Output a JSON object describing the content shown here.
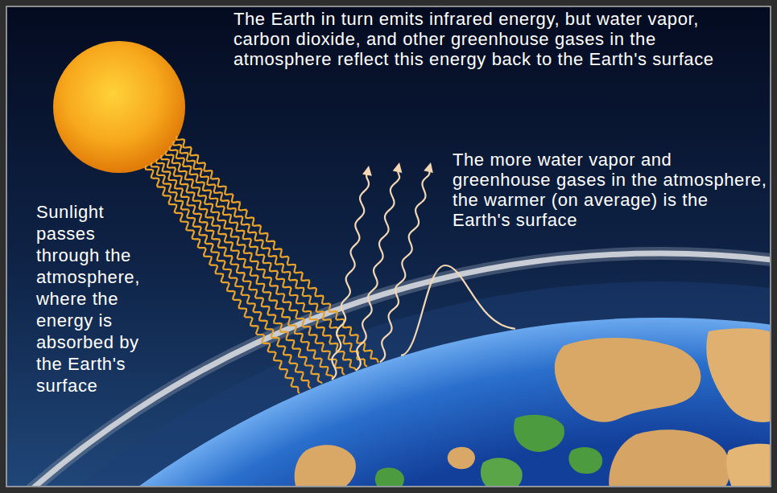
{
  "diagram": {
    "labels": [
      "The Earth in turn emits infrared energy, but water vapor, carbon dioxide, and other greenhouse gases in the atmosphere reflect this energy back to the Earth's surface",
      "The more water vapor and greenhouse gases in the atmosphere, the warmer (on average) is the Earth's surface",
      "Sunlight passes through the atmosphere, where the energy is absorbed by the Earth's surface"
    ]
  }
}
